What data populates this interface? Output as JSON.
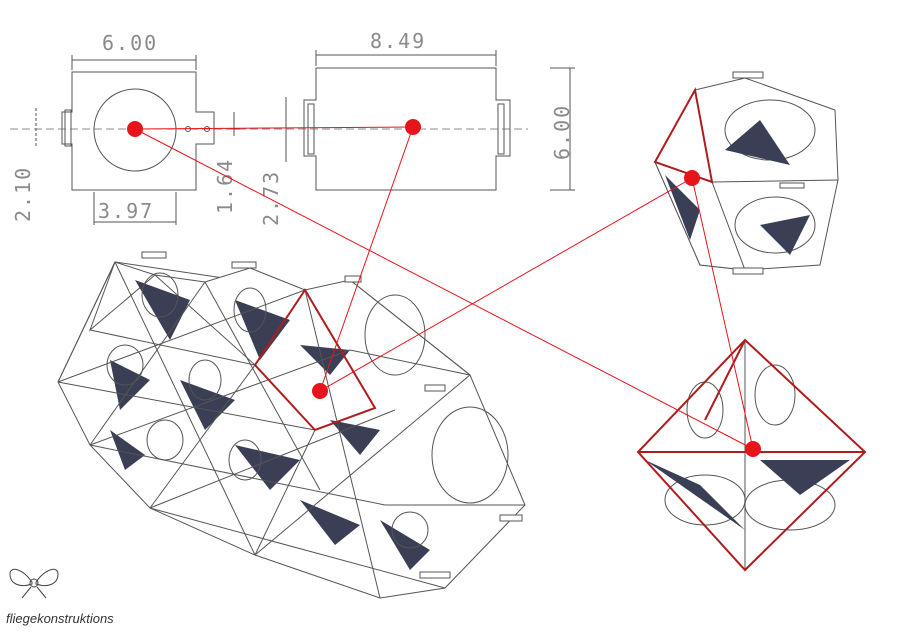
{
  "dimensions": {
    "top_width_left": "6.00",
    "top_width_right": "8.49",
    "side_height_right": "6.00",
    "left_height": "2.10",
    "bottom_width_left": "3.97",
    "hole_offset": "1.64",
    "mid_height": "2.73"
  },
  "logo": {
    "text": "fliegekonstruktions",
    "icon": "bow-icon"
  },
  "colors": {
    "accent": "#e8141b",
    "line": "#555555",
    "dimension": "#8a8a8a",
    "shade": "#3b3f55",
    "frame": "#b01c1c"
  }
}
